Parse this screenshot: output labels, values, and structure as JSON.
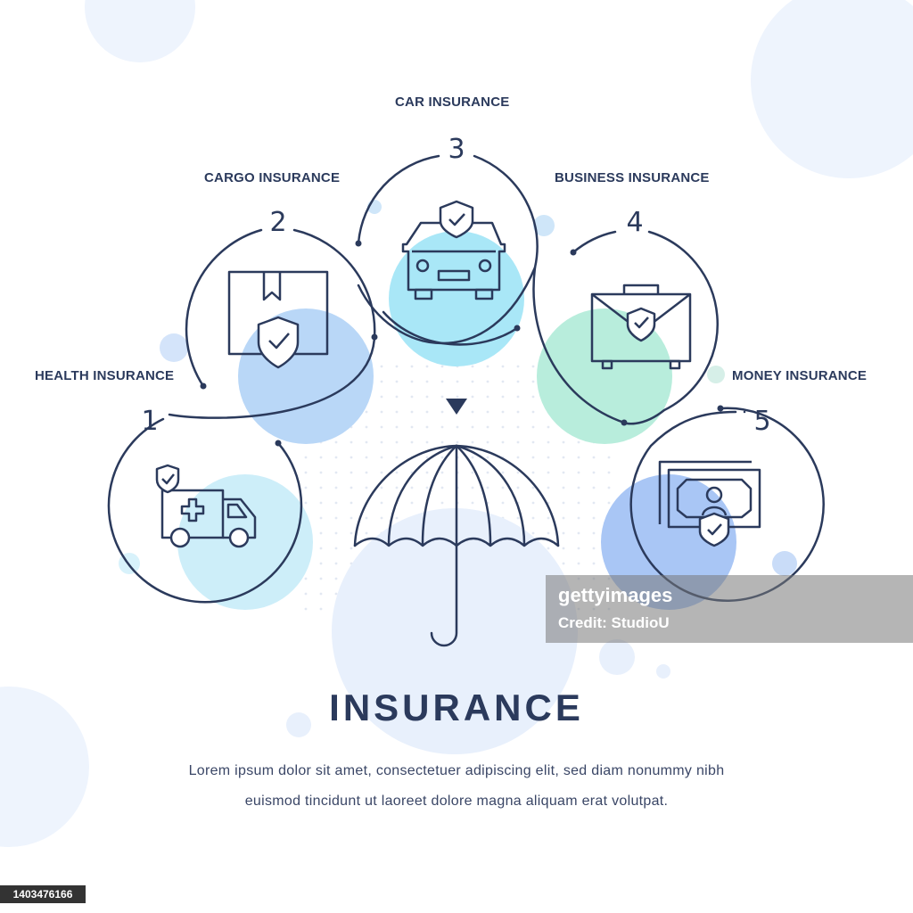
{
  "colors": {
    "ink": "#2b3a5c",
    "cyan": "#a9e7f7",
    "blue": "#b5d5f7",
    "mint": "#b8eddc",
    "periwinkle": "#a9c6f5",
    "pale": "#e8f0fc"
  },
  "items": [
    {
      "number": "1",
      "label": "HEALTH INSURANCE",
      "icon": "ambulance-icon"
    },
    {
      "number": "2",
      "label": "CARGO INSURANCE",
      "icon": "box-shield-icon"
    },
    {
      "number": "3",
      "label": "CAR INSURANCE",
      "icon": "car-shield-icon"
    },
    {
      "number": "4",
      "label": "BUSINESS INSURANCE",
      "icon": "briefcase-shield-icon"
    },
    {
      "number": "5",
      "label": "MONEY INSURANCE",
      "icon": "money-shield-icon"
    }
  ],
  "center_icon": "umbrella-icon",
  "title": "INSURANCE",
  "description": [
    "Lorem ipsum dolor sit amet, consectetuer adipiscing elit, sed diam nonummy nibh",
    "euismod tincidunt ut laoreet dolore magna aliquam erat volutpat."
  ],
  "watermark": {
    "brand": "gettyimages",
    "credit": "Credit: StudioU"
  },
  "stock_id": "1403476166"
}
